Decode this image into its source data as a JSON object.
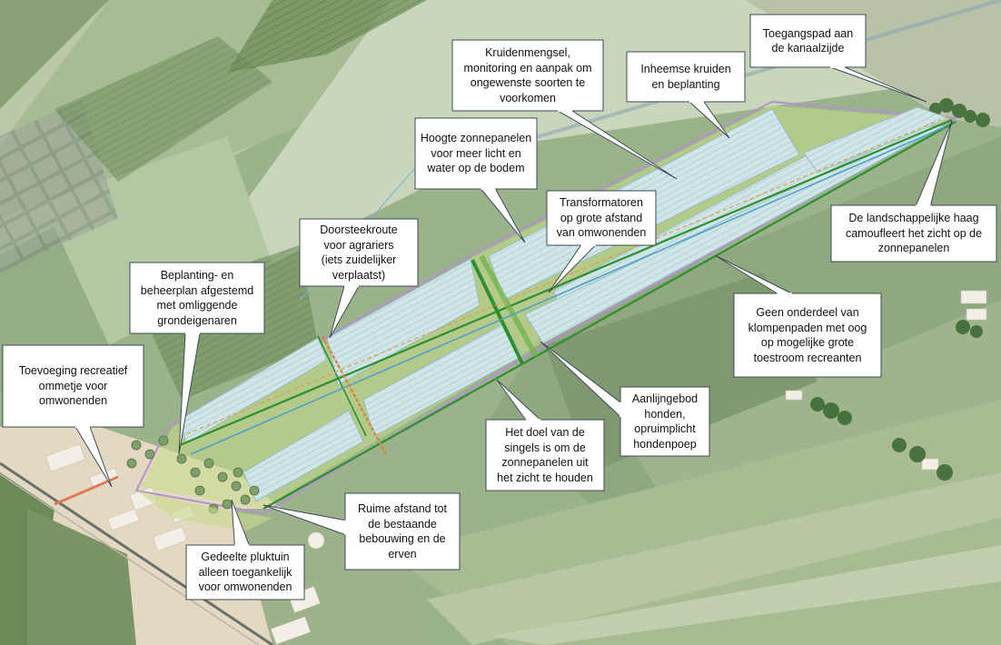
{
  "map": {
    "callouts": [
      {
        "id": "kruiden",
        "text": "Kruidenmengsel,\nmonitoring en aanpak om\nongewenste soorten te\nvoorkomen"
      },
      {
        "id": "inheemse",
        "text": "Inheemse kruiden\nen beplanting"
      },
      {
        "id": "toegangspad",
        "text": "Toegangspad aan\nde kanaalzijde"
      },
      {
        "id": "hoogte",
        "text": "Hoogte zonnepanelen\nvoor meer licht en\nwater op de bodem"
      },
      {
        "id": "transformatoren",
        "text": "Transformatoren\nop grote afstand\nvan omwonenden"
      },
      {
        "id": "haag",
        "text": "De landschappelijke haag\ncamoufleert het zicht op de\nzonnepanelen"
      },
      {
        "id": "doorsteek",
        "text": "Doorsteekroute\nvoor agrariers\n(iets zuidelijker\nverplaatst)"
      },
      {
        "id": "beplanting",
        "text": "Beplanting- en\nbeheerplan afgestemd\nmet omliggende\ngrondeigenaren"
      },
      {
        "id": "klompenpaden",
        "text": "Geen onderdeel van\nklompenpaden met oog\nop mogelijke grote\ntoestroom recreanten"
      },
      {
        "id": "ommetje",
        "text": "Toevoeging recreatief\nommetje voor\nomwonenden"
      },
      {
        "id": "honden",
        "text": "Aanlijngebod\nhonden,\nopruimplicht\nhondenpoep"
      },
      {
        "id": "singels",
        "text": "Het doel van de\nsingels is om de\nzonnepanelen uit\nhet zicht te houden"
      },
      {
        "id": "afstand",
        "text": "Ruime afstand tot\nde bestaande\nbebouwing en de\nerven"
      },
      {
        "id": "pluktuin",
        "text": "Gedeelte pluktuin\nalleen toegankelijk\nvoor omwonenden"
      }
    ],
    "colors": {
      "panel_fill": "#cde4e6",
      "panel_line": "#9fc3c9",
      "hedge_green": "#2f8f2f",
      "grass_strip": "#c7dd8a",
      "property_outline": "#b493c9",
      "ditch_blue": "#4fa1c9",
      "path_orange": "#d9823a",
      "fields_light": "#cfdcc0",
      "fields_mid": "#a9bf98",
      "built_area": "#e4d9c4",
      "callout_fill": "#ffffff",
      "callout_stroke": "#3f4a56"
    }
  }
}
